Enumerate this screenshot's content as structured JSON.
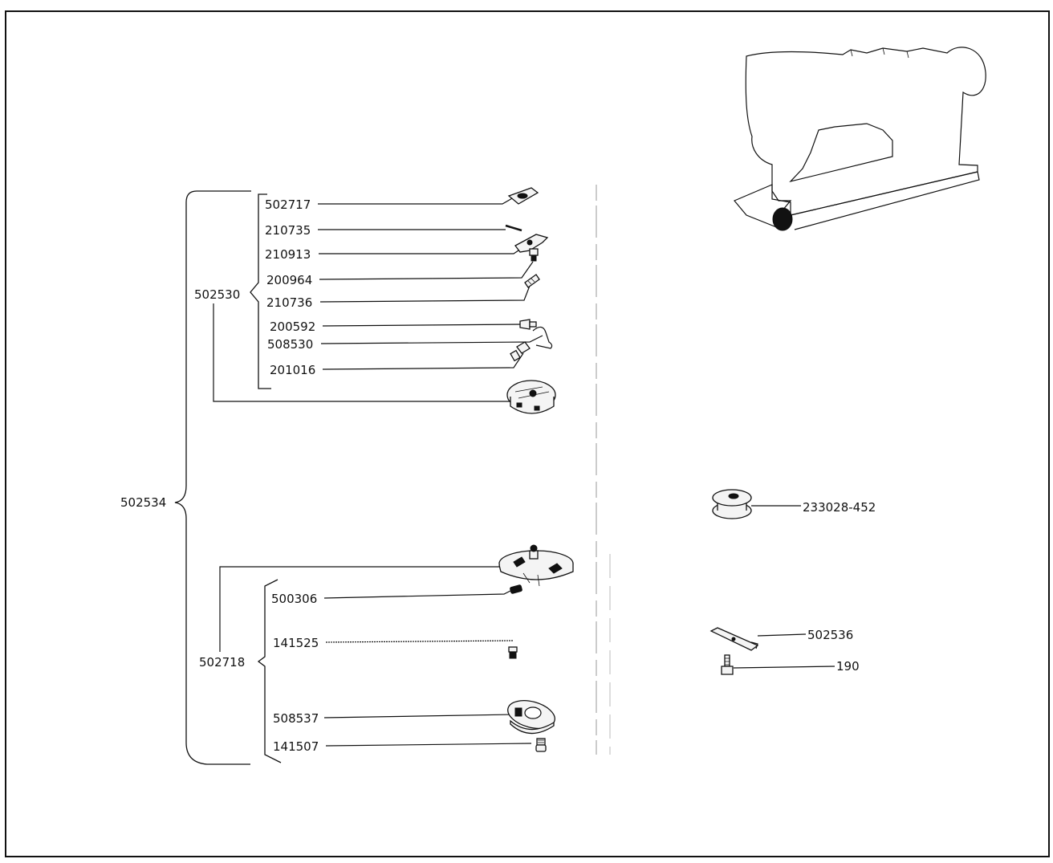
{
  "assemblies": {
    "outer": "502534",
    "upper": "502530",
    "lower": "502718"
  },
  "parts": {
    "p502717": "502717",
    "p210735": "210735",
    "p210913": "210913",
    "p200964": "200964",
    "p210736": "210736",
    "p200592": "200592",
    "p508530": "508530",
    "p201016": "201016",
    "p500306": "500306",
    "p141525": "141525",
    "p508537": "508537",
    "p141507": "141507",
    "bobbin": "233028-452",
    "p502536": "502536",
    "p190": "190"
  }
}
